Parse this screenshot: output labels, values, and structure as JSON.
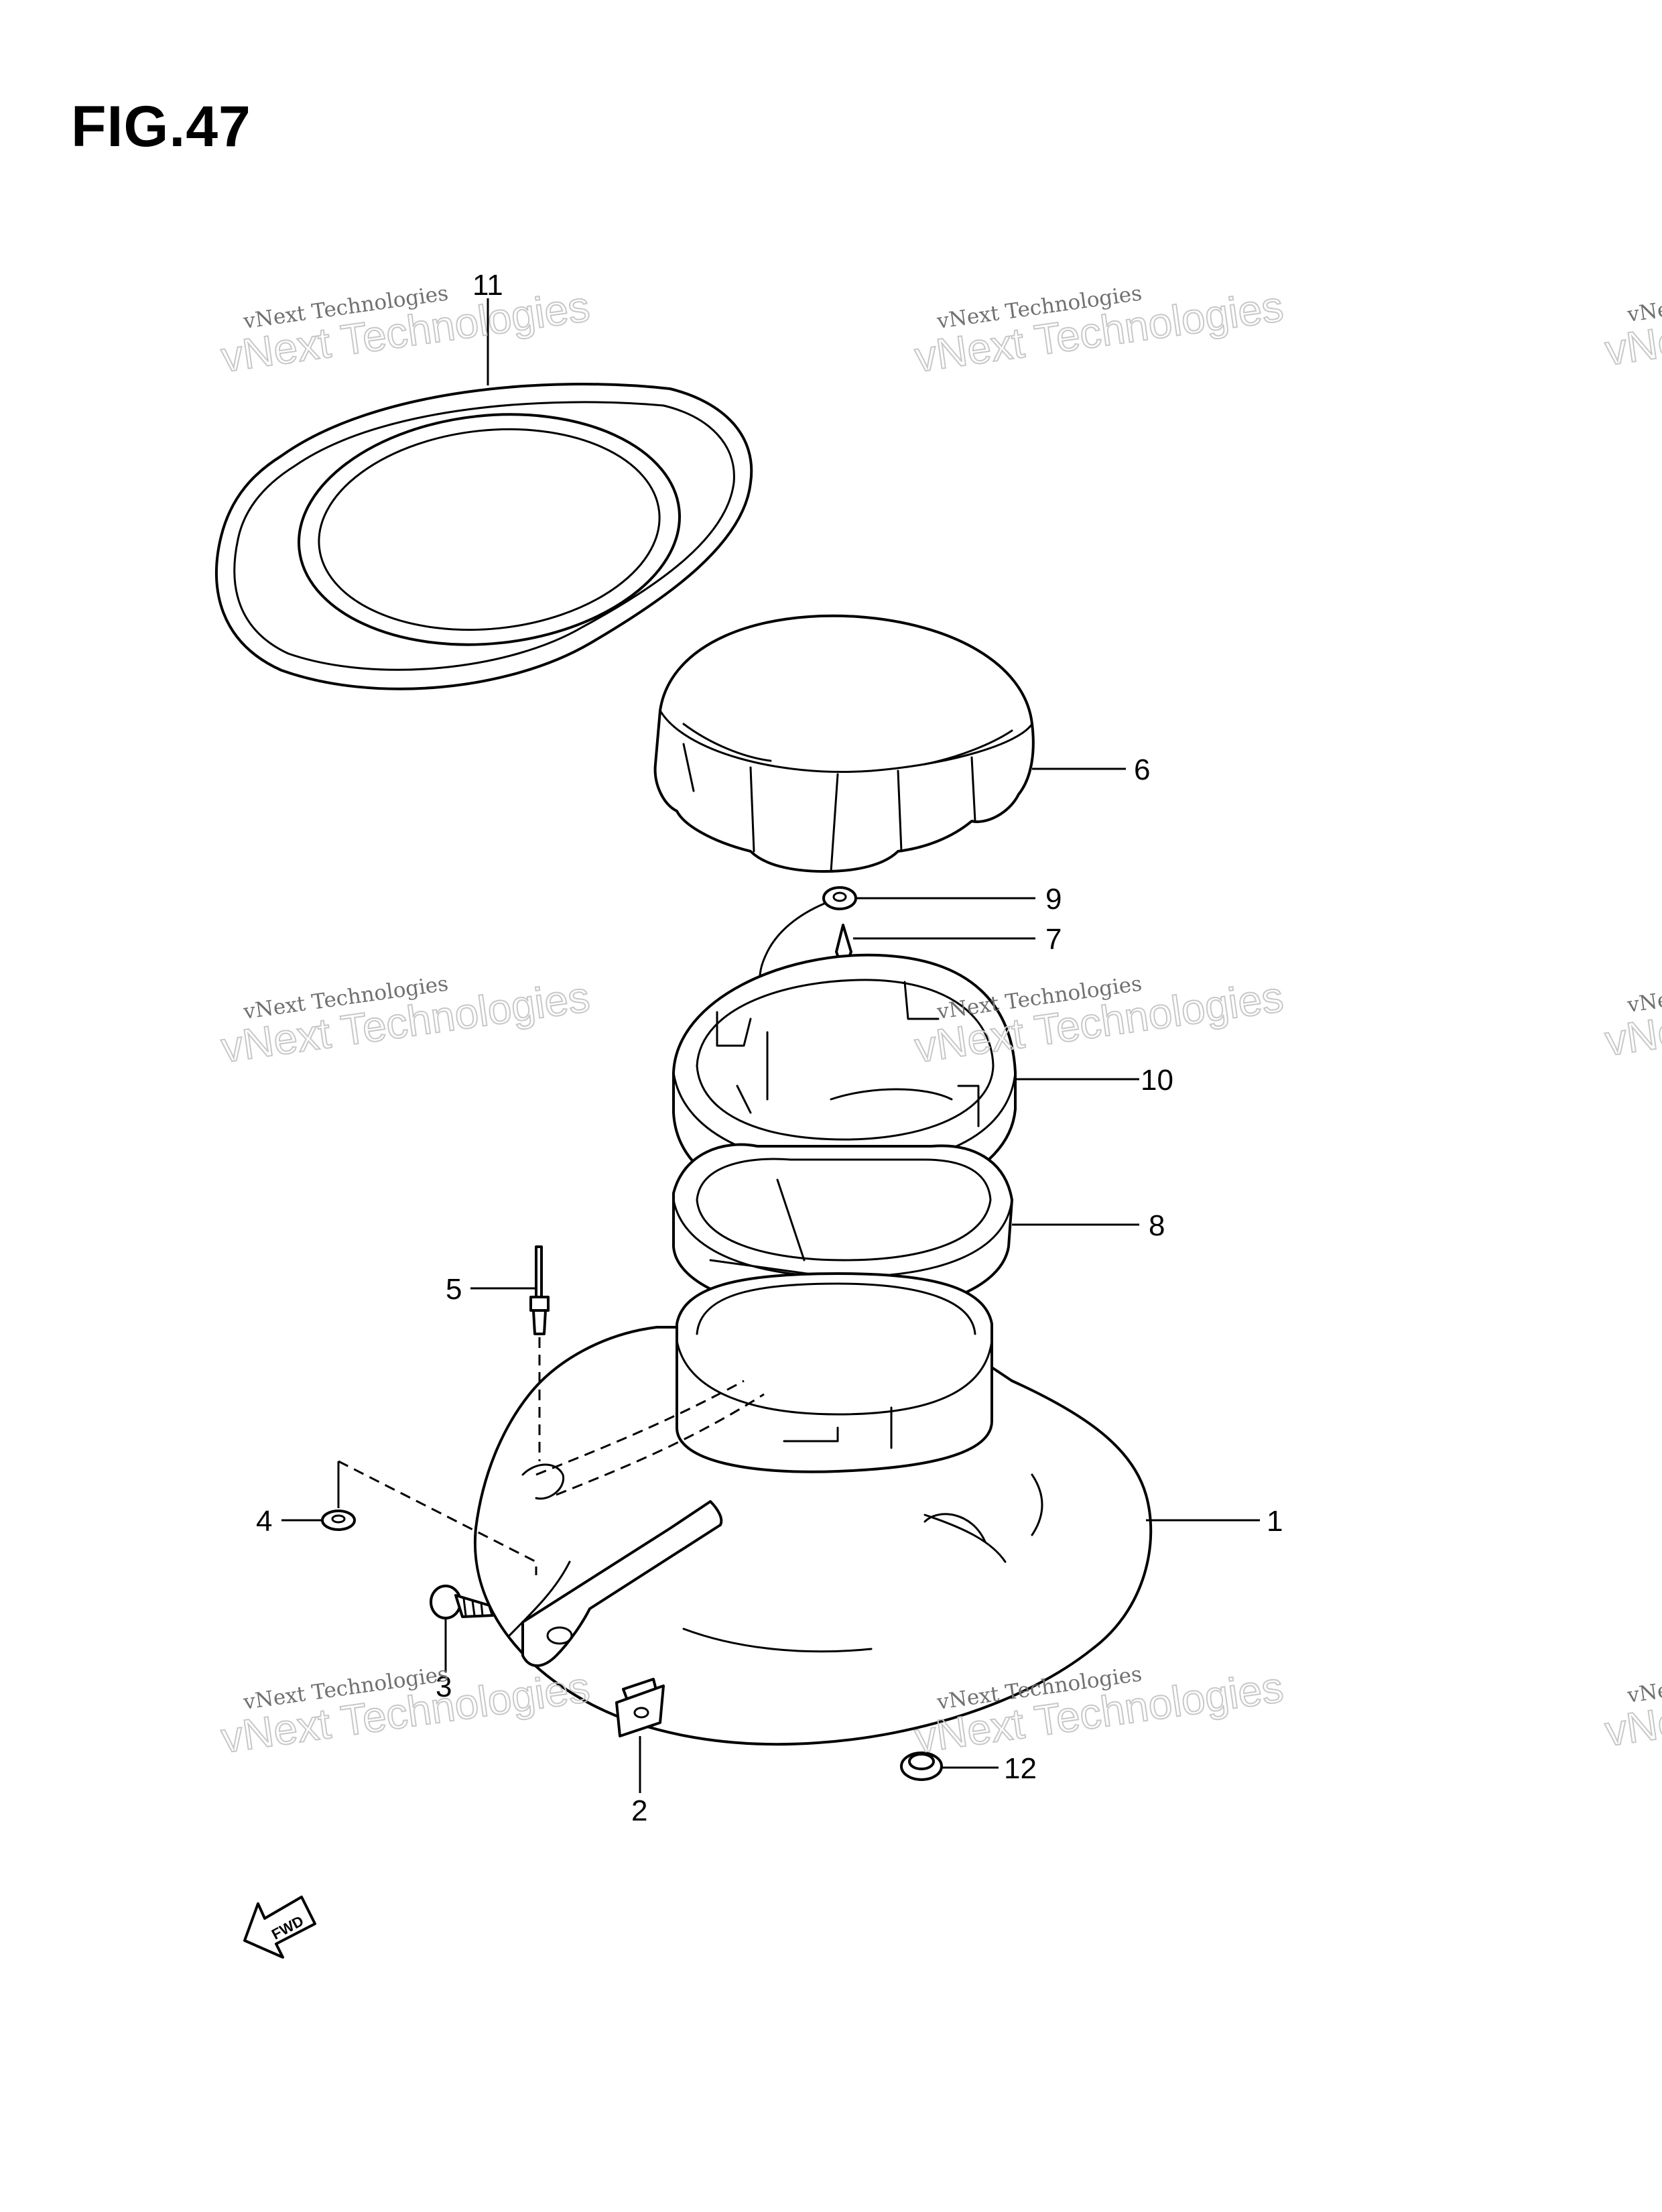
{
  "figure": {
    "title": "FIG.47"
  },
  "callouts": [
    "11",
    "6",
    "9",
    "7",
    "10",
    "8",
    "5",
    "4",
    "1",
    "3",
    "2",
    "12"
  ],
  "watermark": {
    "line1": "vNext Technologies",
    "line2": "vNext Technologies"
  },
  "fwd_arrow": {
    "label": "FWD"
  },
  "colors": {
    "ink": "#000000",
    "watermark": "#c8c8c8",
    "background": "#ffffff"
  }
}
